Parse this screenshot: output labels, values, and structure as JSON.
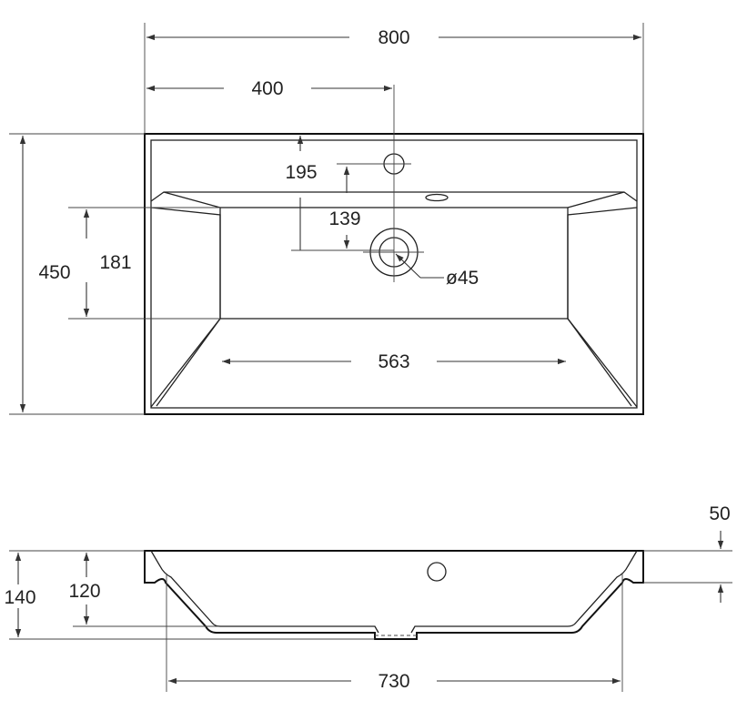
{
  "top_view": {
    "dimensions": {
      "overall_width": "800",
      "tap_hole_offset": "400",
      "overall_depth": "450",
      "tap_hole_from_edge": "195",
      "drain_from_tap_hole": "139",
      "basin_depth": "181",
      "drain_diameter": "ø45",
      "basin_width": "563"
    }
  },
  "side_view": {
    "dimensions": {
      "rim_thickness": "50",
      "total_height": "140",
      "basin_height": "120",
      "bottom_width": "730"
    }
  }
}
